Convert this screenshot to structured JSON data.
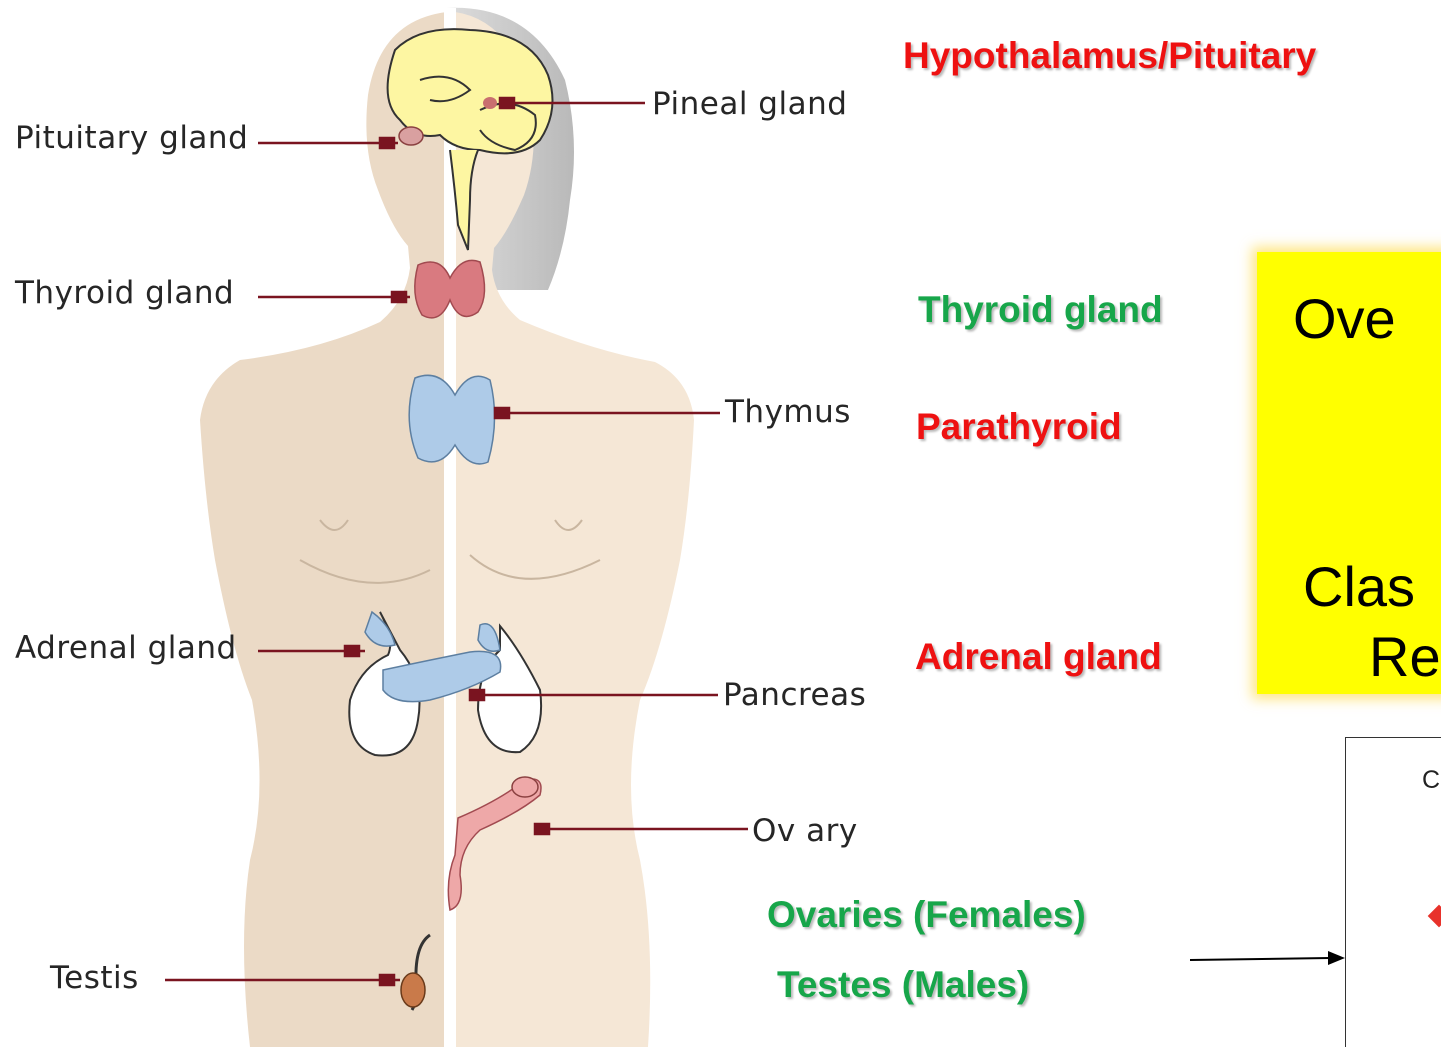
{
  "figure": {
    "left_labels": {
      "pituitary": "Pituitary gland",
      "thyroid": "Thyroid gland",
      "adrenal": "Adrenal gland",
      "testis": "Testis"
    },
    "right_labels": {
      "pineal": "Pineal gland",
      "thymus": "Thymus",
      "pancreas": "Pancreas",
      "ovary": "Ov ary"
    }
  },
  "annotations": {
    "hypothalamus_pituitary": "Hypothalamus/Pituitary",
    "thyroid_gland": "Thyroid gland",
    "parathyroid": "Parathyroid",
    "adrenal_gland": "Adrenal gland",
    "ovaries": "Ovaries (Females)",
    "testes": "Testes (Males)"
  },
  "yellow_box": {
    "line1": "Ove",
    "line2": "Clas",
    "line3": "Re"
  },
  "ref_box": {
    "letter": "C"
  },
  "colors": {
    "red_label": "#ee1111",
    "green_label": "#17a64a",
    "yellow_box": "#ffff00",
    "leader_line": "#7a1420",
    "skin_left": "#e9d8c4",
    "skin_right": "#f3e5d4",
    "brain": "#fdf6a2"
  }
}
